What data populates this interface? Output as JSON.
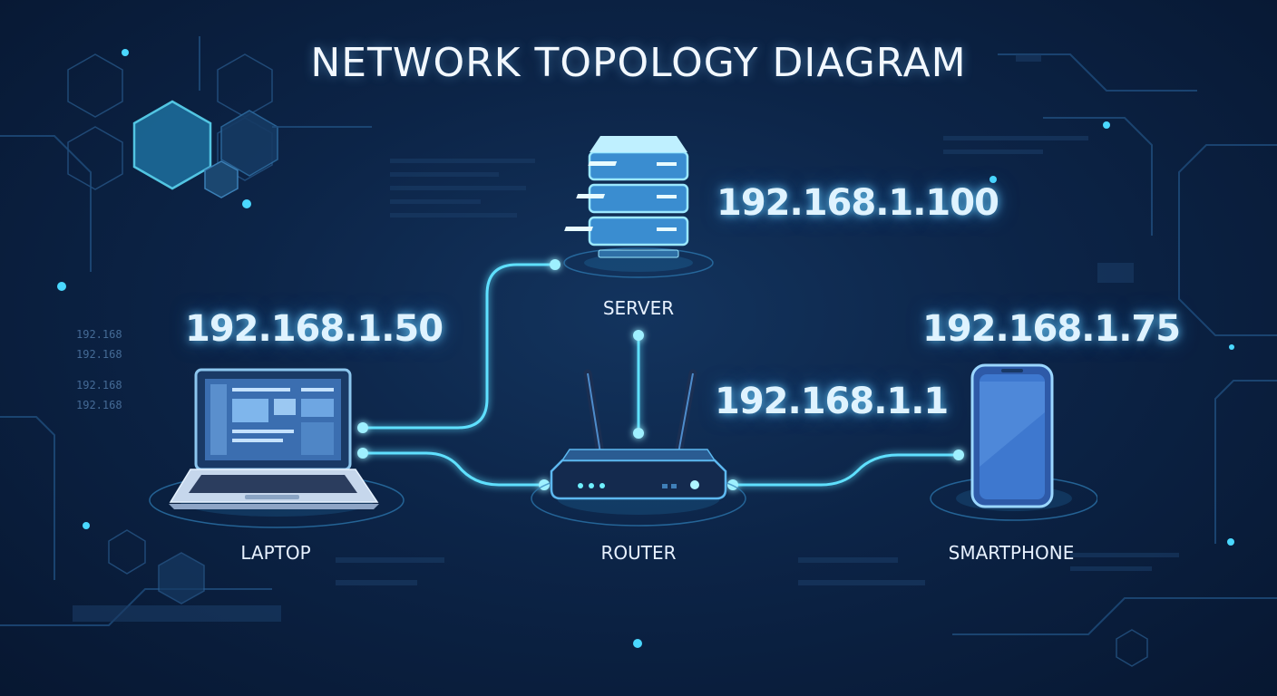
{
  "title": "NETWORK TOPOLOGY DIAGRAM",
  "nodes": {
    "server": {
      "label": "SERVER",
      "ip": "192.168.1.100"
    },
    "router": {
      "label": "ROUTER",
      "ip": "192.168.1.1"
    },
    "laptop": {
      "label": "LAPTOP",
      "ip": "192.168.1.50"
    },
    "smartphone": {
      "label": "SMARTPHONE",
      "ip": "192.168.1.75"
    }
  },
  "background_text": [
    "192.168",
    "192.168",
    "192.168",
    "192.168"
  ],
  "links": [
    [
      "laptop",
      "server"
    ],
    [
      "laptop",
      "router"
    ],
    [
      "router",
      "server"
    ],
    [
      "router",
      "smartphone"
    ]
  ],
  "colors": {
    "accent": "#38d6ff",
    "background": "#0c2447",
    "text": "#e7f1ff"
  }
}
